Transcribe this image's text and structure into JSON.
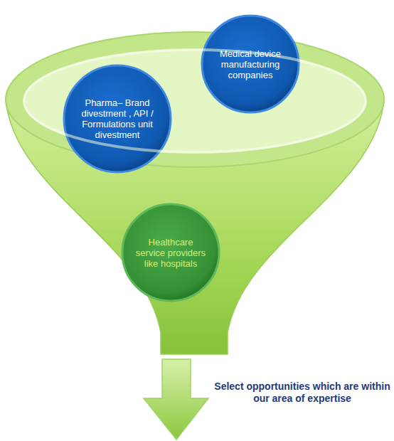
{
  "diagram": {
    "nodes": [
      {
        "text": [
          "Medical device manufacturing companies"
        ]
      },
      {
        "text": [
          "Pharma– Brand divestment , API / Formulations unit divestment"
        ]
      },
      {
        "text": [
          "Healthcare service providers like hospitals"
        ]
      }
    ],
    "labels": [
      "Select opportunities which are within our area of expertise"
    ]
  }
}
